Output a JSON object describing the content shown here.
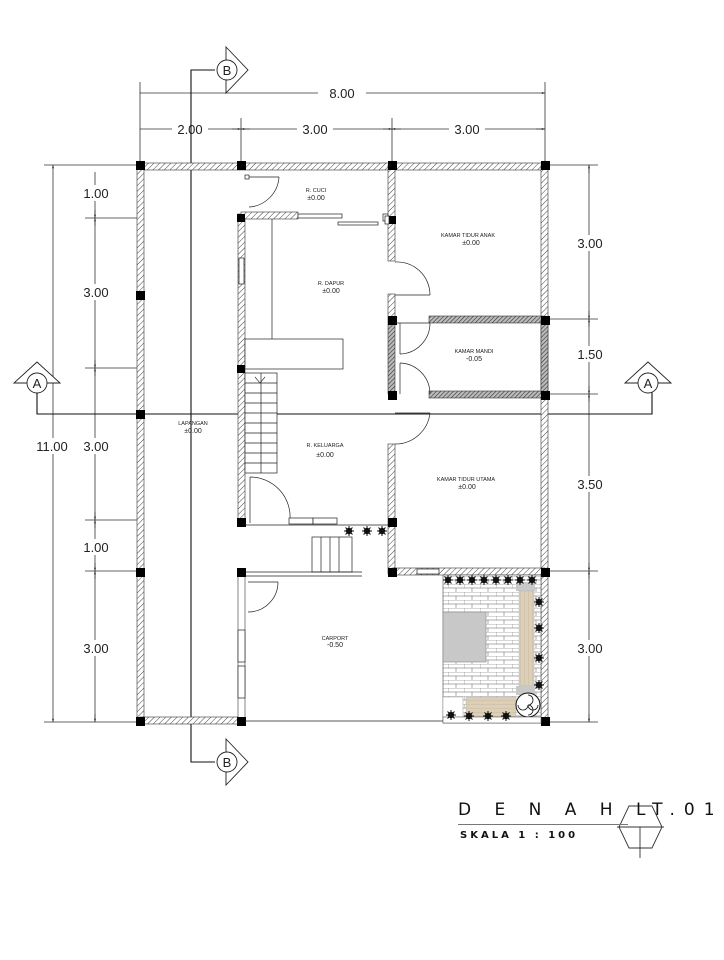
{
  "drawing": {
    "title": "DENAHLT.01",
    "title_display": "D E N A H LT.01",
    "scale_label": "SKALA 1:100",
    "scale_display": "SKALA  1 : 100"
  },
  "dimensions": {
    "top_total": "8.00",
    "top_segments": [
      "2.00",
      "3.00",
      "3.00"
    ],
    "left_total": "11.00",
    "left_segments": [
      "1.00",
      "3.00",
      "3.00",
      "1.00",
      "3.00"
    ],
    "right_segments": [
      "3.00",
      "1.50",
      "3.50",
      "3.00"
    ]
  },
  "section_markers": {
    "a_left": "A",
    "a_right": "A",
    "b_top": "B",
    "b_bottom": "B"
  },
  "rooms": [
    {
      "name": "R. CUCI",
      "level": "±0.00"
    },
    {
      "name": "R. DAPUR",
      "level": "±0.00"
    },
    {
      "name": "KAMAR TIDUR ANAK",
      "level": "±0.00"
    },
    {
      "name": "KAMAR MANDI",
      "level": "-0.05"
    },
    {
      "name": "LAPANGAN",
      "level": "±0.00"
    },
    {
      "name": "R. KELUARGA",
      "level": "±0.00"
    },
    {
      "name": "KAMAR TIDUR UTAMA",
      "level": "±0.00"
    },
    {
      "name": "CARPORT",
      "level": "-0.50"
    }
  ],
  "colors": {
    "wall_hatch": "#555555",
    "column": "#000000",
    "dim_line": "#333333",
    "deck_wood": "#dccfb8",
    "paving_gray": "#c8c8c8"
  }
}
